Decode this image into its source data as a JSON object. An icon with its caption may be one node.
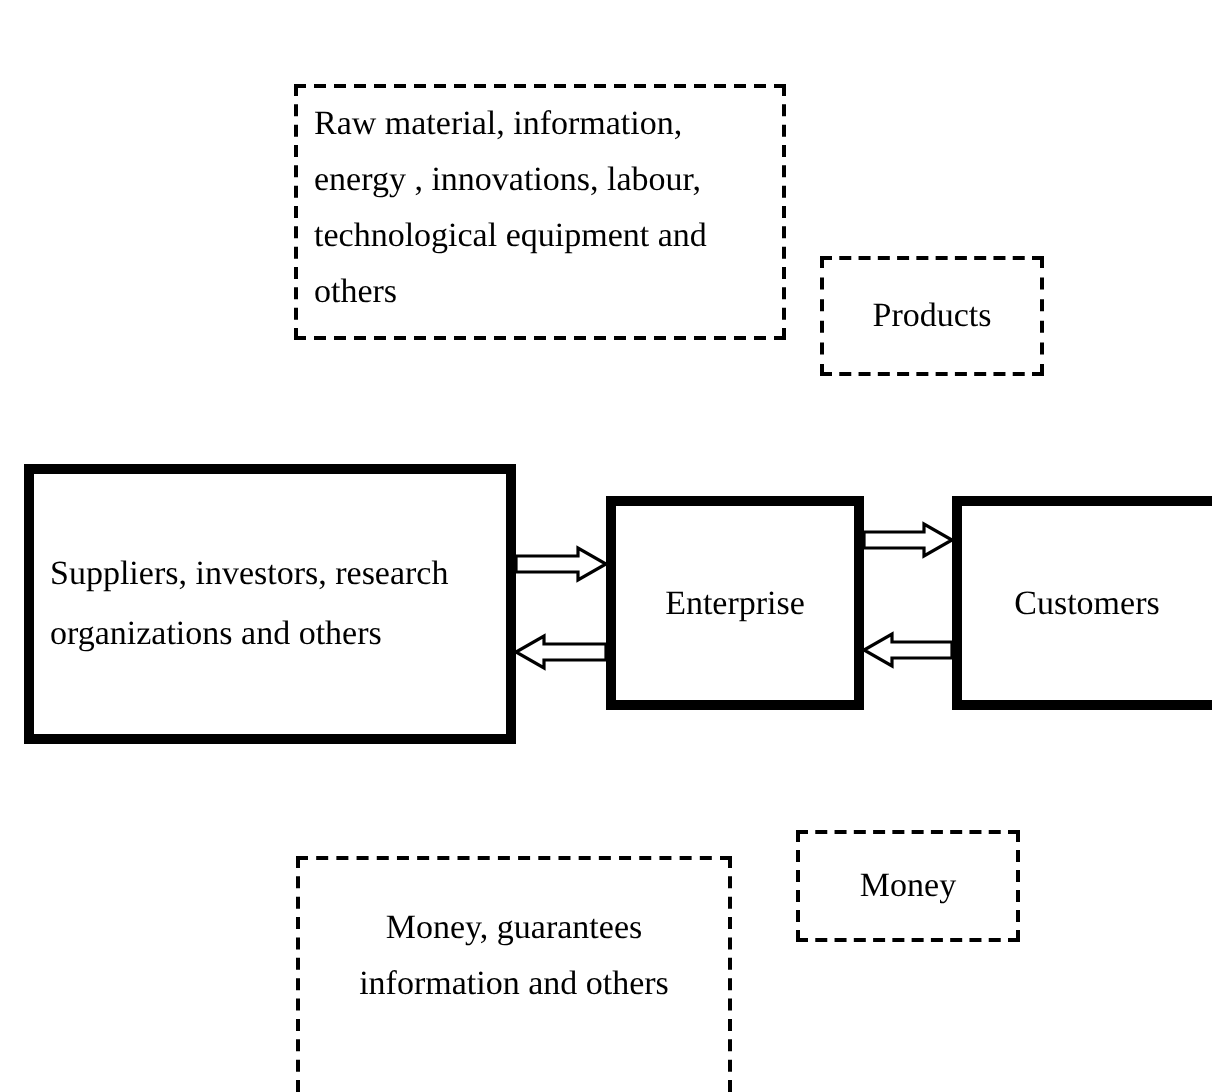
{
  "diagram": {
    "nodes": [
      {
        "text": [
          "Raw material, information, energy , innovations, labour, technological equipment and others"
        ]
      },
      {
        "text": [
          "Products"
        ]
      },
      {
        "text": [
          "Suppliers, investors, research organizations and others"
        ]
      },
      {
        "text": [
          "Enterprise"
        ]
      },
      {
        "text": [
          "Customers"
        ]
      },
      {
        "text": [
          "Money, guarantees information and others"
        ]
      },
      {
        "text": [
          "Money"
        ]
      }
    ],
    "edges": [
      {
        "from": 2,
        "to": 3,
        "arrow": "to"
      },
      {
        "from": 3,
        "to": 2,
        "arrow": "to"
      },
      {
        "from": 3,
        "to": 4,
        "arrow": "to"
      },
      {
        "from": 4,
        "to": 3,
        "arrow": "to"
      }
    ]
  }
}
